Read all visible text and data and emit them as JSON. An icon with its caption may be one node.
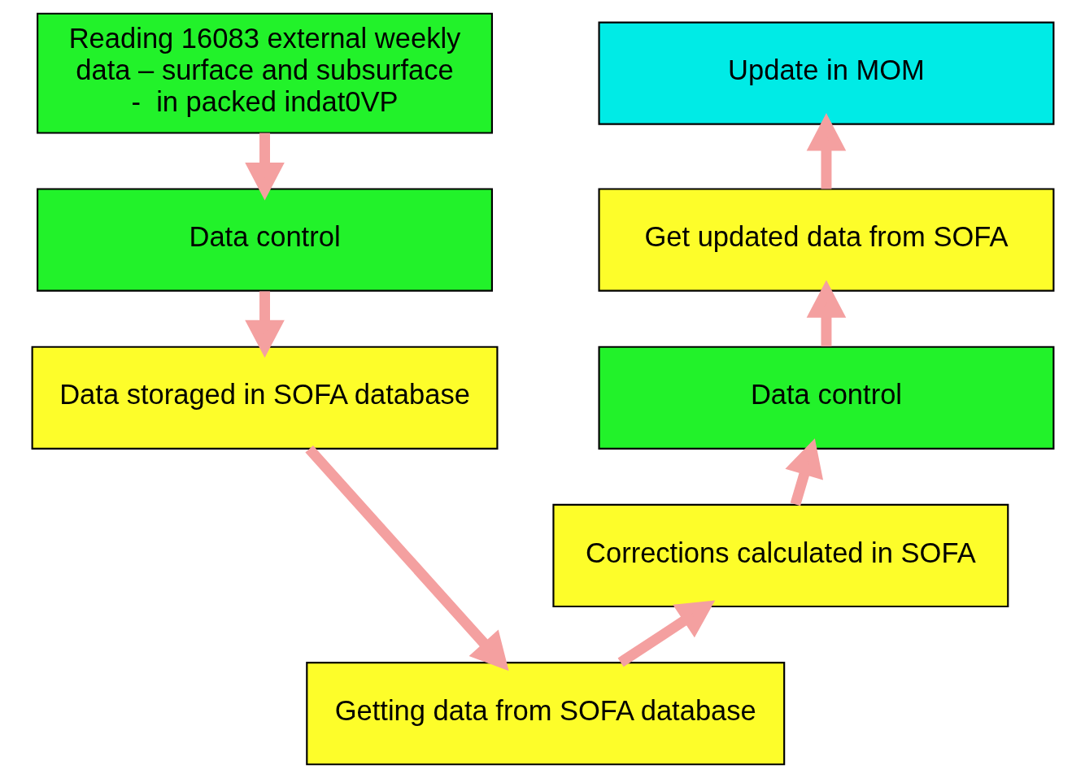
{
  "diagram": {
    "nodes": [
      {
        "text": [
          "Reading 16083 external weekly data – surface and subsurface -  in packed indat0VP"
        ]
      },
      {
        "text": [
          "Data control"
        ]
      },
      {
        "text": [
          "Data storaged in SOFA database"
        ]
      },
      {
        "text": [
          "Getting data from SOFA database"
        ]
      },
      {
        "text": [
          "Corrections calculated in SOFA"
        ]
      },
      {
        "text": [
          "Data control"
        ]
      },
      {
        "text": [
          "Get updated data from SOFA"
        ]
      },
      {
        "text": [
          "Update in MOM"
        ]
      }
    ],
    "edges": [
      {
        "from": 0,
        "to": 1,
        "arrow": "to"
      },
      {
        "from": 1,
        "to": 2,
        "arrow": "to"
      },
      {
        "from": 2,
        "to": 3,
        "arrow": "to"
      },
      {
        "from": 3,
        "to": 4,
        "arrow": "to"
      },
      {
        "from": 4,
        "to": 5,
        "arrow": "to"
      },
      {
        "from": 5,
        "to": 6,
        "arrow": "to"
      },
      {
        "from": 6,
        "to": 7,
        "arrow": "to"
      }
    ]
  }
}
